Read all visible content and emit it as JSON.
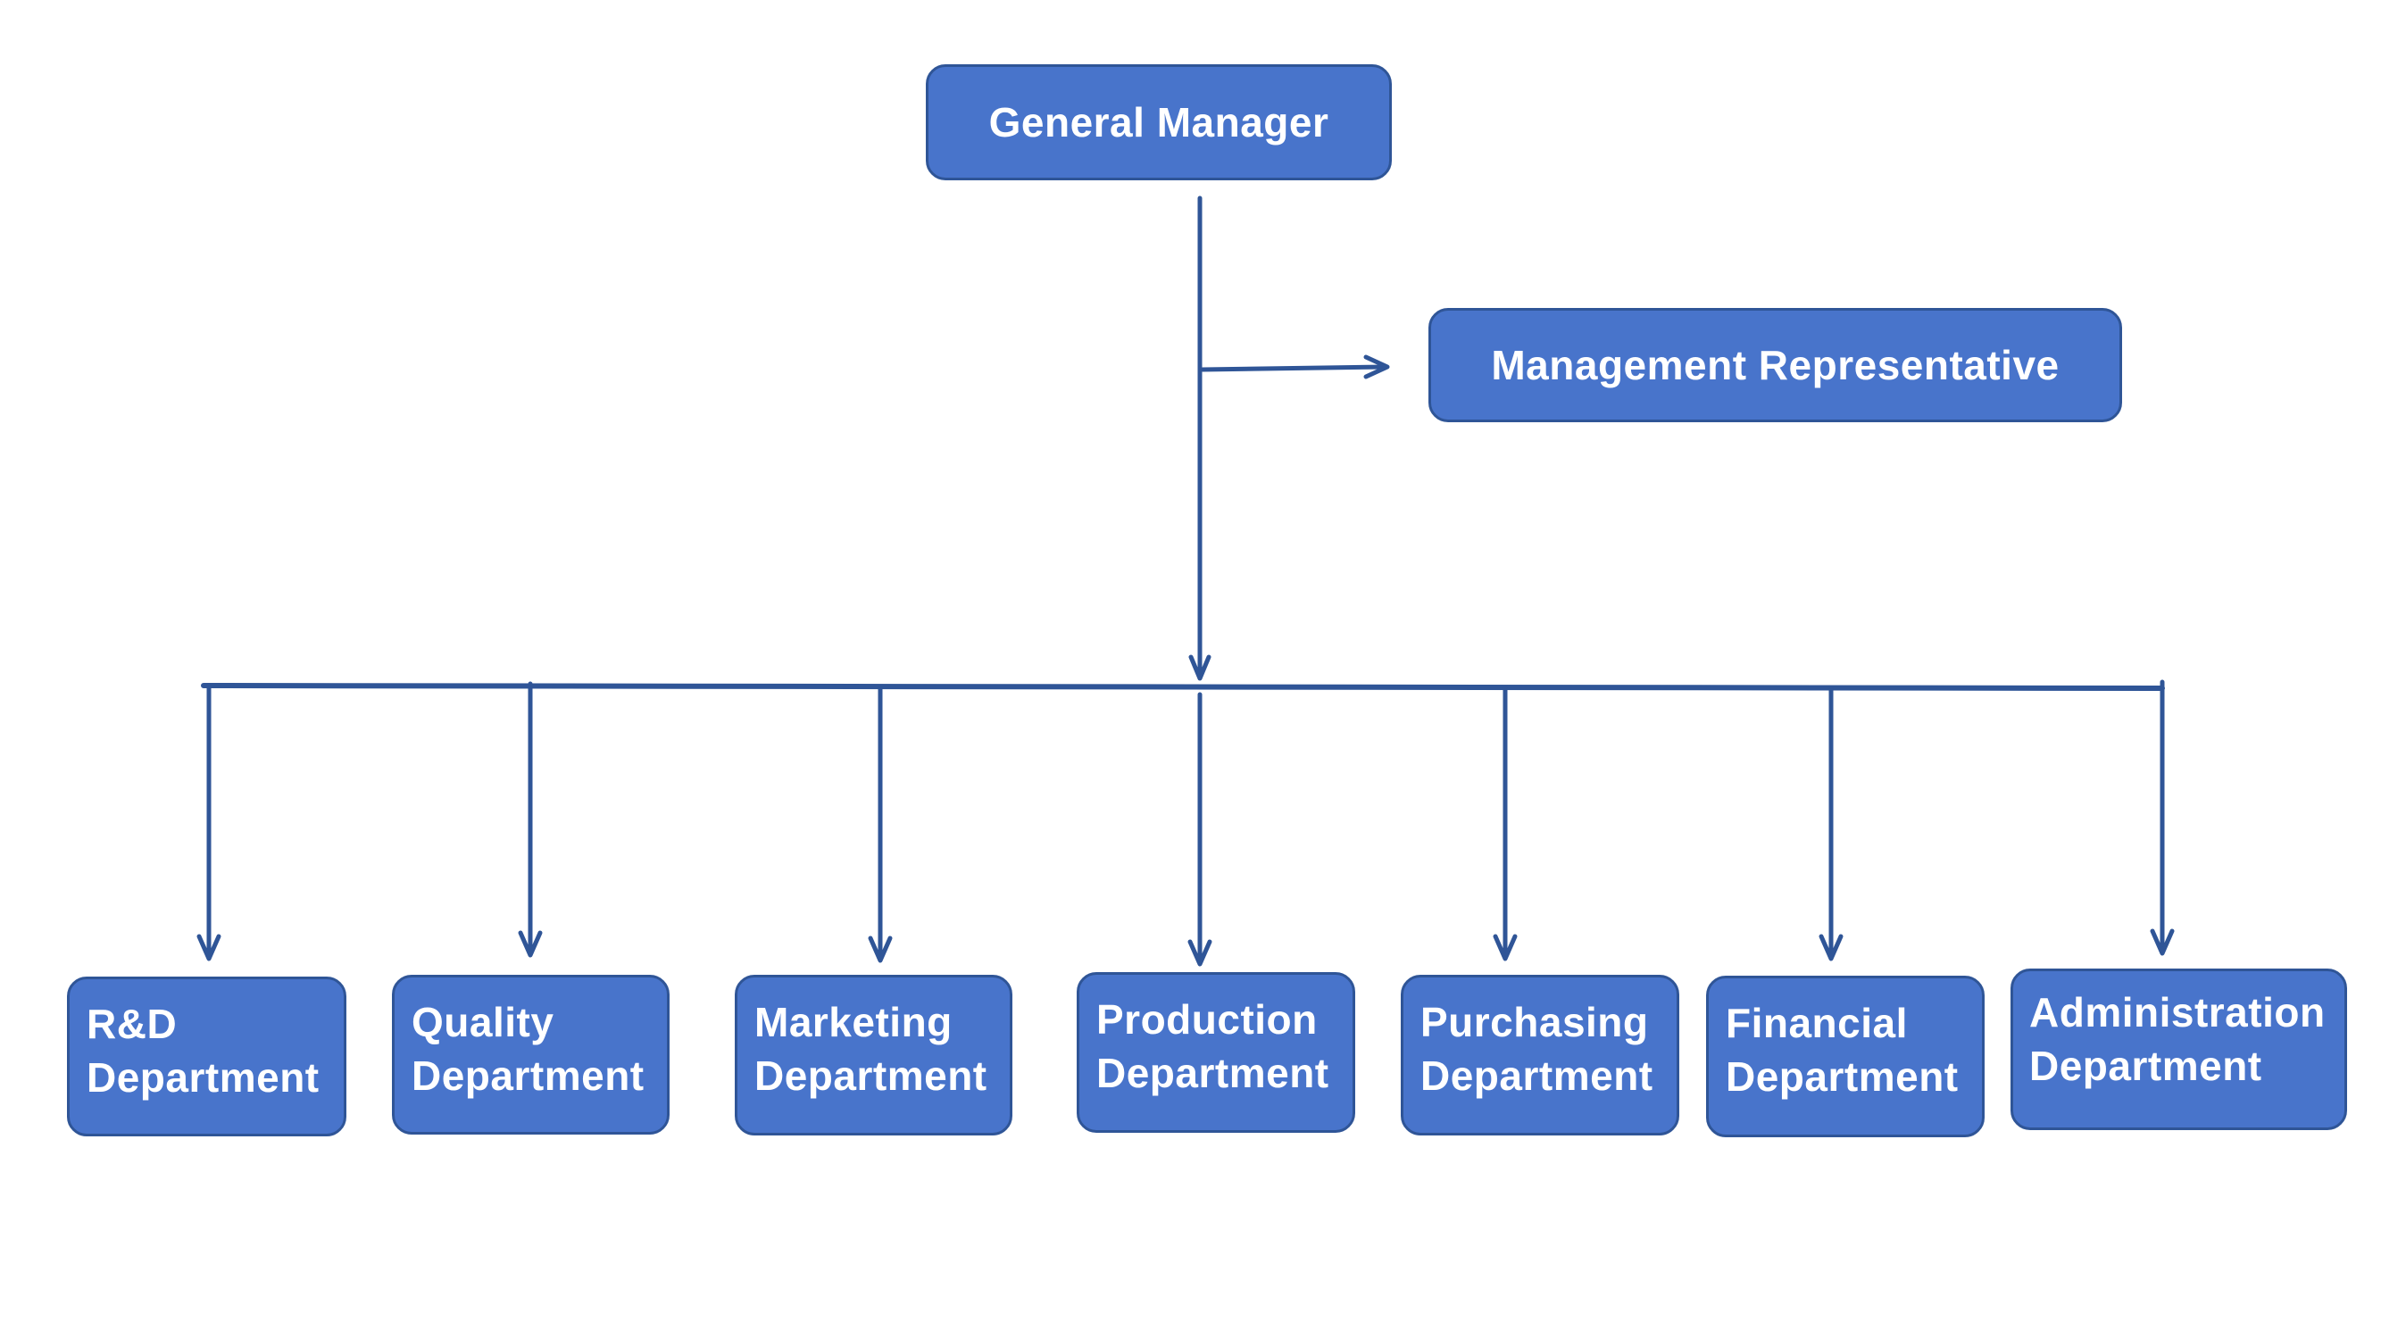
{
  "diagram": {
    "type": "org-chart",
    "colors": {
      "node_fill": "#4874CB",
      "node_border": "#2F5597",
      "connector": "#2F5597",
      "text": "#FFFFFF",
      "background": "#FFFFFF"
    },
    "root": {
      "label": "General Manager"
    },
    "staff": {
      "label": "Management Representative"
    },
    "departments": [
      {
        "line1": "R&D",
        "line2": "Department"
      },
      {
        "line1": "Quality",
        "line2": "Department"
      },
      {
        "line1": "Marketing",
        "line2": "Department"
      },
      {
        "line1": "Production",
        "line2": "Department"
      },
      {
        "line1": "Purchasing",
        "line2": "Department"
      },
      {
        "line1": "Financial",
        "line2": "Department"
      },
      {
        "line1": "Administration",
        "line2": "Department"
      }
    ],
    "edges": [
      {
        "from": "General Manager",
        "to": "Management Representative"
      },
      {
        "from": "General Manager",
        "to": "R&D Department"
      },
      {
        "from": "General Manager",
        "to": "Quality Department"
      },
      {
        "from": "General Manager",
        "to": "Marketing Department"
      },
      {
        "from": "General Manager",
        "to": "Production Department"
      },
      {
        "from": "General Manager",
        "to": "Purchasing Department"
      },
      {
        "from": "General Manager",
        "to": "Financial Department"
      },
      {
        "from": "General Manager",
        "to": "Administration Department"
      }
    ]
  }
}
